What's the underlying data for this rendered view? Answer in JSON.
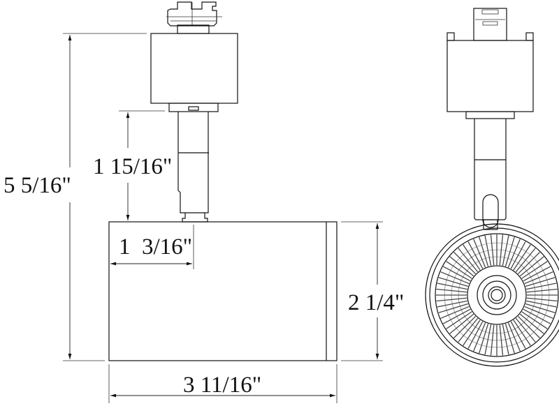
{
  "dimensions": {
    "overall_height": "5 5/16\"",
    "stem_height": "1 15/16\"",
    "stem_offset": "1  3/16\"",
    "head_height": "2 1/4\"",
    "head_length": "3 11/16\""
  },
  "colors": {
    "line": "#111111",
    "background": "#ffffff"
  }
}
